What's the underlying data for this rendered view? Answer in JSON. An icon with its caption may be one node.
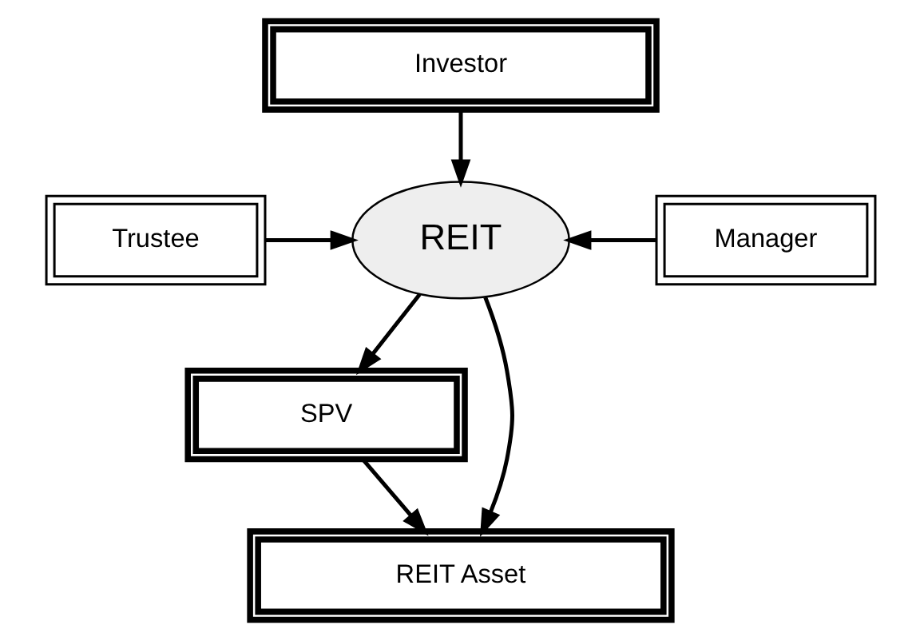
{
  "diagram": {
    "nodes": [
      {
        "text": [
          "Investor"
        ]
      },
      {
        "text": [
          "Trustee"
        ]
      },
      {
        "text": [
          "Manager"
        ]
      },
      {
        "text": [
          "REIT"
        ]
      },
      {
        "text": [
          "SPV"
        ]
      },
      {
        "text": [
          "REIT Asset"
        ]
      }
    ],
    "edges": [
      {
        "from": 0,
        "to": 3,
        "arrow": "to"
      },
      {
        "from": 1,
        "to": 3,
        "arrow": "to"
      },
      {
        "from": 2,
        "to": 3,
        "arrow": "to"
      },
      {
        "from": 3,
        "to": 4,
        "arrow": "to"
      },
      {
        "from": 3,
        "to": 5,
        "arrow": "to"
      },
      {
        "from": 4,
        "to": 5,
        "arrow": "to"
      }
    ]
  }
}
